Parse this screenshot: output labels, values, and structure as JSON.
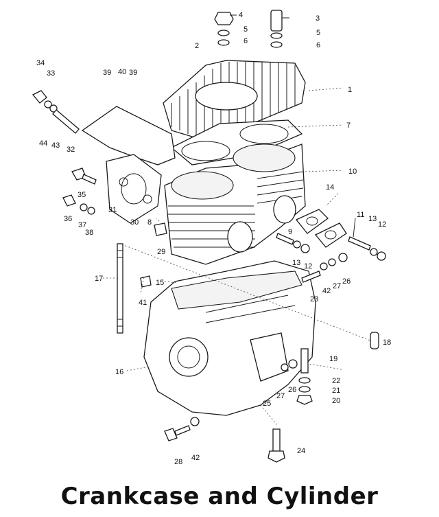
{
  "title": "Crankcase and Cylinder",
  "callouts": [
    {
      "id": "c4",
      "text": "4"
    },
    {
      "id": "c3",
      "text": "3"
    },
    {
      "id": "c5a",
      "text": "5"
    },
    {
      "id": "c5b",
      "text": "5"
    },
    {
      "id": "c6a",
      "text": "6"
    },
    {
      "id": "c6b",
      "text": "6"
    },
    {
      "id": "c2",
      "text": "2"
    },
    {
      "id": "c34",
      "text": "34"
    },
    {
      "id": "c33",
      "text": "33"
    },
    {
      "id": "c39a",
      "text": "39"
    },
    {
      "id": "c40",
      "text": "40"
    },
    {
      "id": "c39b",
      "text": "39"
    },
    {
      "id": "c1",
      "text": "1"
    },
    {
      "id": "c7",
      "text": "7"
    },
    {
      "id": "c44",
      "text": "44"
    },
    {
      "id": "c43",
      "text": "43"
    },
    {
      "id": "c32",
      "text": "32"
    },
    {
      "id": "c10",
      "text": "10"
    },
    {
      "id": "c35",
      "text": "35"
    },
    {
      "id": "c14",
      "text": "14"
    },
    {
      "id": "c31",
      "text": "31"
    },
    {
      "id": "c36",
      "text": "36"
    },
    {
      "id": "c37",
      "text": "37"
    },
    {
      "id": "c38",
      "text": "38"
    },
    {
      "id": "c30",
      "text": "30"
    },
    {
      "id": "c11",
      "text": "11"
    },
    {
      "id": "c13a",
      "text": "13"
    },
    {
      "id": "c12a",
      "text": "12"
    },
    {
      "id": "c8",
      "text": "8"
    },
    {
      "id": "c9",
      "text": "9"
    },
    {
      "id": "c29",
      "text": "29"
    },
    {
      "id": "c13b",
      "text": "13"
    },
    {
      "id": "c12b",
      "text": "12"
    },
    {
      "id": "c17",
      "text": "17"
    },
    {
      "id": "c15",
      "text": "15"
    },
    {
      "id": "c42a",
      "text": "42"
    },
    {
      "id": "c27a",
      "text": "27"
    },
    {
      "id": "c26a",
      "text": "26"
    },
    {
      "id": "c41",
      "text": "41"
    },
    {
      "id": "c23",
      "text": "23"
    },
    {
      "id": "c18",
      "text": "18"
    },
    {
      "id": "c19",
      "text": "19"
    },
    {
      "id": "c16",
      "text": "16"
    },
    {
      "id": "c22",
      "text": "22"
    },
    {
      "id": "c27b",
      "text": "27"
    },
    {
      "id": "c26b",
      "text": "26"
    },
    {
      "id": "c21",
      "text": "21"
    },
    {
      "id": "c25",
      "text": "25"
    },
    {
      "id": "c20",
      "text": "20"
    },
    {
      "id": "c28",
      "text": "28"
    },
    {
      "id": "c42b",
      "text": "42"
    },
    {
      "id": "c24",
      "text": "24"
    }
  ]
}
